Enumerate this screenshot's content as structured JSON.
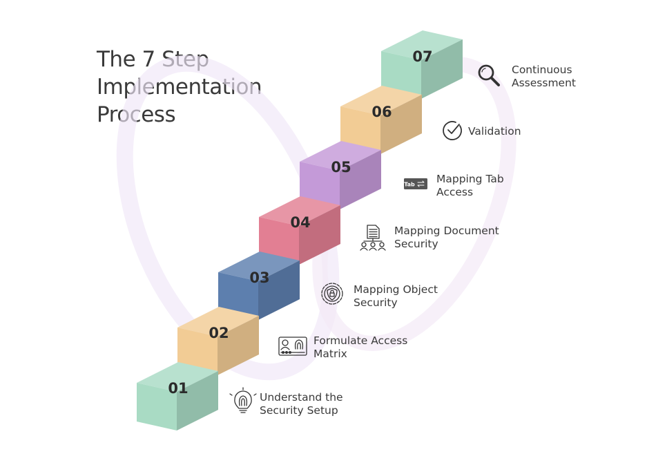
{
  "title": {
    "lines": [
      "The 7 Step",
      "Implementation",
      "Process"
    ]
  },
  "steps": [
    {
      "number": "01",
      "label": [
        "Understand the",
        "Security Setup"
      ],
      "icon": "lightbulb-fingerprint-icon",
      "color": "#a9dbc4"
    },
    {
      "number": "02",
      "label": [
        "Formulate Access",
        "Matrix"
      ],
      "icon": "id-card-fingerprint-icon",
      "color": "#f2cc95"
    },
    {
      "number": "03",
      "label": [
        "Mapping Object",
        "Security"
      ],
      "icon": "shield-lock-gear-icon",
      "color": "#5d7fae"
    },
    {
      "number": "04",
      "label": [
        "Mapping Document",
        "Security"
      ],
      "icon": "document-users-icon",
      "color": "#e27f93"
    },
    {
      "number": "05",
      "label": [
        "Mapping Tab",
        "Access"
      ],
      "icon": "tab-key-icon",
      "color": "#c49ad8",
      "icon_text": "Tab"
    },
    {
      "number": "06",
      "label": [
        "Validation"
      ],
      "icon": "check-circle-icon",
      "color": "#f2cc95"
    },
    {
      "number": "07",
      "label": [
        "Continuous",
        "Assessment"
      ],
      "icon": "magnifier-icon",
      "color": "#a9dbc4"
    }
  ],
  "colors": {
    "text": "#3a3a3a",
    "number": "#2b2b2b",
    "icon": "#333333"
  }
}
